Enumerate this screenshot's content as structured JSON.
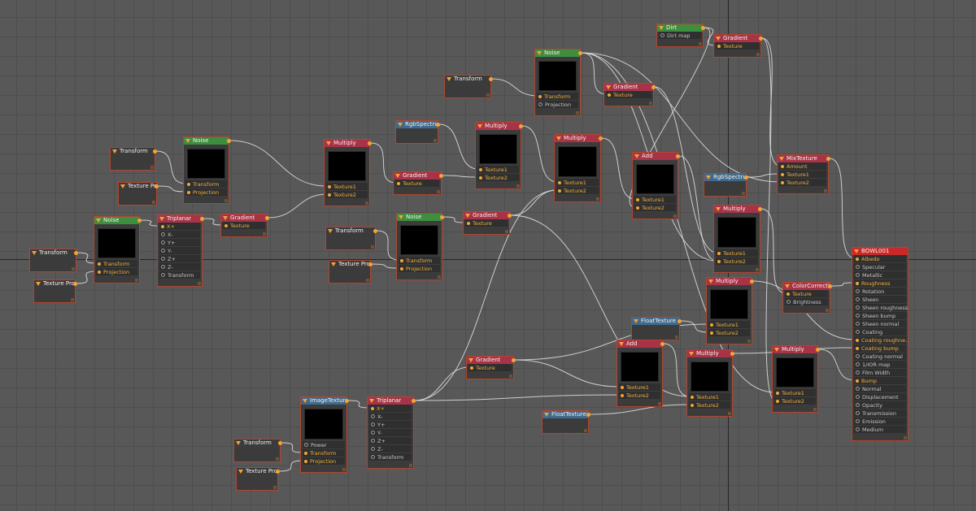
{
  "colors": {
    "canvas": "#585858",
    "grid": "#4e4e4e",
    "axis": "#262626",
    "wire": "#e2e2e2",
    "node_body": "#3b3b3b",
    "node_border": "#b2452f",
    "port_active": "#f4a531",
    "header_red": "#a83347",
    "header_green": "#3d8e3e",
    "header_blue": "#3f6a8c",
    "header_material": "#c82a2a"
  },
  "icons": {
    "collapse": "triangle-down-icon",
    "output": "output-port-icon",
    "input": "input-port-icon",
    "resize": "resize-grip-icon"
  },
  "nodes": [
    {
      "id": "transform-a",
      "title": "Transform",
      "header": "none",
      "ports": [],
      "output": true
    },
    {
      "id": "texpro-a",
      "title": "Texture Pro",
      "header": "none",
      "ports": [],
      "output": true
    },
    {
      "id": "noise-a",
      "title": "Noise",
      "header": "green",
      "preview": true,
      "ports": [
        {
          "label": "Transform",
          "on": true
        },
        {
          "label": "Projection",
          "on": true
        }
      ],
      "output": true
    },
    {
      "id": "transform-b",
      "title": "Transform",
      "header": "none",
      "ports": [],
      "output": true
    },
    {
      "id": "texpro-b",
      "title": "Texture Pro",
      "header": "none",
      "ports": [],
      "output": true
    },
    {
      "id": "noise-b",
      "title": "Noise",
      "header": "green",
      "preview": true,
      "ports": [
        {
          "label": "Transform",
          "on": true
        },
        {
          "label": "Projection",
          "on": true
        }
      ],
      "output": true
    },
    {
      "id": "triplanar-a",
      "title": "Triplanar",
      "header": "red",
      "ports": [
        {
          "label": "X+",
          "on": true
        },
        {
          "label": "X-",
          "on": false
        },
        {
          "label": "Y+",
          "on": false
        },
        {
          "label": "Y-",
          "on": false
        },
        {
          "label": "Z+",
          "on": false
        },
        {
          "label": "Z-",
          "on": false
        },
        {
          "label": "Transform",
          "on": false
        }
      ],
      "output": true
    },
    {
      "id": "gradient-a",
      "title": "Gradient",
      "header": "red",
      "ports": [
        {
          "label": "Texture",
          "on": true
        }
      ],
      "output": true
    },
    {
      "id": "multiply-a",
      "title": "Multiply",
      "header": "red",
      "preview": true,
      "ports": [
        {
          "label": "Texture1",
          "on": true
        },
        {
          "label": "Texture2",
          "on": true
        }
      ],
      "output": true
    },
    {
      "id": "gradient-b",
      "title": "Gradient",
      "header": "red",
      "ports": [
        {
          "label": "Texture",
          "on": true
        }
      ],
      "output": true
    },
    {
      "id": "transform-c",
      "title": "Transform",
      "header": "none",
      "ports": [],
      "output": true
    },
    {
      "id": "texpro-c",
      "title": "Texture Pro",
      "header": "none",
      "ports": [],
      "output": true
    },
    {
      "id": "noise-c",
      "title": "Noise",
      "header": "green",
      "preview": true,
      "ports": [
        {
          "label": "Transform",
          "on": true
        },
        {
          "label": "Projection",
          "on": true
        }
      ],
      "output": true
    },
    {
      "id": "gradient-c",
      "title": "Gradient",
      "header": "red",
      "ports": [
        {
          "label": "Texture",
          "on": true
        }
      ],
      "output": true
    },
    {
      "id": "rgbspectrum-a",
      "title": "RgbSpectrum",
      "header": "blue",
      "ports": [],
      "output": true
    },
    {
      "id": "multiply-b",
      "title": "Multiply",
      "header": "red",
      "preview": true,
      "ports": [
        {
          "label": "Texture1",
          "on": true
        },
        {
          "label": "Texture2",
          "on": true
        }
      ],
      "output": true
    },
    {
      "id": "transform-d",
      "title": "Transform",
      "header": "none",
      "ports": [],
      "output": true
    },
    {
      "id": "noise-d",
      "title": "Noise",
      "header": "green",
      "preview": true,
      "ports": [
        {
          "label": "Transform",
          "on": true
        },
        {
          "label": "Projection",
          "on": false
        }
      ],
      "output": true
    },
    {
      "id": "gradient-d",
      "title": "Gradient",
      "header": "red",
      "ports": [
        {
          "label": "Texture",
          "on": true
        }
      ],
      "output": true
    },
    {
      "id": "multiply-c",
      "title": "Multiply",
      "header": "red",
      "preview": true,
      "ports": [
        {
          "label": "Texture1",
          "on": true
        },
        {
          "label": "Texture2",
          "on": true
        }
      ],
      "output": true
    },
    {
      "id": "dirt",
      "title": "Dirt",
      "header": "green",
      "ports": [
        {
          "label": "Dirt map",
          "on": false
        }
      ],
      "output": true
    },
    {
      "id": "gradient-e",
      "title": "Gradient",
      "header": "red",
      "ports": [
        {
          "label": "Texture",
          "on": true
        }
      ],
      "output": true
    },
    {
      "id": "add-a",
      "title": "Add",
      "header": "red",
      "preview": true,
      "ports": [
        {
          "label": "Texture1",
          "on": true
        },
        {
          "label": "Texture2",
          "on": true
        }
      ],
      "output": true
    },
    {
      "id": "rgbspectrum-b",
      "title": "RgbSpectrum",
      "header": "blue",
      "ports": [],
      "output": true
    },
    {
      "id": "mixtexture",
      "title": "MixTexture",
      "header": "red",
      "ports": [
        {
          "label": "Amount",
          "on": true
        },
        {
          "label": "Texture1",
          "on": true
        },
        {
          "label": "Texture2",
          "on": true
        }
      ],
      "output": true
    },
    {
      "id": "multiply-d",
      "title": "Multiply",
      "header": "red",
      "preview": true,
      "ports": [
        {
          "label": "Texture1",
          "on": true
        },
        {
          "label": "Texture2",
          "on": true
        }
      ],
      "output": true
    },
    {
      "id": "multiply-e",
      "title": "Multiply",
      "header": "red",
      "preview": true,
      "ports": [
        {
          "label": "Texture1",
          "on": true
        },
        {
          "label": "Texture2",
          "on": true
        }
      ],
      "output": true
    },
    {
      "id": "colorcorrection",
      "title": "ColorCorrection",
      "header": "red",
      "ports": [
        {
          "label": "Texture",
          "on": true
        },
        {
          "label": "Brightness",
          "on": false
        }
      ],
      "output": true
    },
    {
      "id": "floattexture-a",
      "title": "FloatTexture",
      "header": "blue",
      "ports": [],
      "output": true
    },
    {
      "id": "add-b",
      "title": "Add",
      "header": "red",
      "preview": true,
      "ports": [
        {
          "label": "Texture1",
          "on": true
        },
        {
          "label": "Texture2",
          "on": true
        }
      ],
      "output": true
    },
    {
      "id": "multiply-f",
      "title": "Multiply",
      "header": "red",
      "preview": true,
      "ports": [
        {
          "label": "Texture1",
          "on": true
        },
        {
          "label": "Texture2",
          "on": true
        }
      ],
      "output": true
    },
    {
      "id": "multiply-g",
      "title": "Multiply",
      "header": "red",
      "preview": true,
      "ports": [
        {
          "label": "Texture1",
          "on": true
        },
        {
          "label": "Texture2",
          "on": true
        }
      ],
      "output": true
    },
    {
      "id": "floattexture-b",
      "title": "FloatTexture",
      "header": "blue",
      "ports": [],
      "output": true
    },
    {
      "id": "gradient-f",
      "title": "Gradient",
      "header": "red",
      "ports": [
        {
          "label": "Texture",
          "on": true
        }
      ],
      "output": true
    },
    {
      "id": "imagetexture",
      "title": "ImageTexture",
      "header": "blue",
      "preview": true,
      "ports": [
        {
          "label": "Power",
          "on": false
        },
        {
          "label": "Transform",
          "on": true
        },
        {
          "label": "Projection",
          "on": true
        }
      ],
      "output": true
    },
    {
      "id": "triplanar-b",
      "title": "Triplanar",
      "header": "red",
      "ports": [
        {
          "label": "X+",
          "on": true
        },
        {
          "label": "X-",
          "on": false
        },
        {
          "label": "Y+",
          "on": false
        },
        {
          "label": "Y-",
          "on": false
        },
        {
          "label": "Z+",
          "on": false
        },
        {
          "label": "Z-",
          "on": false
        },
        {
          "label": "Transform",
          "on": false
        }
      ],
      "output": true
    },
    {
      "id": "transform-e",
      "title": "Transform",
      "header": "none",
      "ports": [],
      "output": true
    },
    {
      "id": "texpro-e",
      "title": "Texture Pro",
      "header": "none",
      "ports": [],
      "output": true
    },
    {
      "id": "bowl001",
      "title": "BOWL001",
      "header": "material",
      "ports": [
        {
          "label": "Albedo",
          "on": true
        },
        {
          "label": "Specular",
          "on": false
        },
        {
          "label": "Metallic",
          "on": false
        },
        {
          "label": "Roughness",
          "on": true
        },
        {
          "label": "Rotation",
          "on": false
        },
        {
          "label": "Sheen",
          "on": false
        },
        {
          "label": "Sheen roughness",
          "on": false
        },
        {
          "label": "Sheen bump",
          "on": false
        },
        {
          "label": "Sheen normal",
          "on": false
        },
        {
          "label": "Coating",
          "on": false
        },
        {
          "label": "Coating roughne..",
          "on": true
        },
        {
          "label": "Coating bump",
          "on": true
        },
        {
          "label": "Coating normal",
          "on": false
        },
        {
          "label": "1/IOR map",
          "on": false
        },
        {
          "label": "Film Width",
          "on": false
        },
        {
          "label": "Bump",
          "on": true
        },
        {
          "label": "Normal",
          "on": false
        },
        {
          "label": "Displacement",
          "on": false
        },
        {
          "label": "Opacity",
          "on": false
        },
        {
          "label": "Transmission",
          "on": false
        },
        {
          "label": "Emission",
          "on": false
        },
        {
          "label": "Medium",
          "on": false
        }
      ],
      "output": false
    }
  ]
}
